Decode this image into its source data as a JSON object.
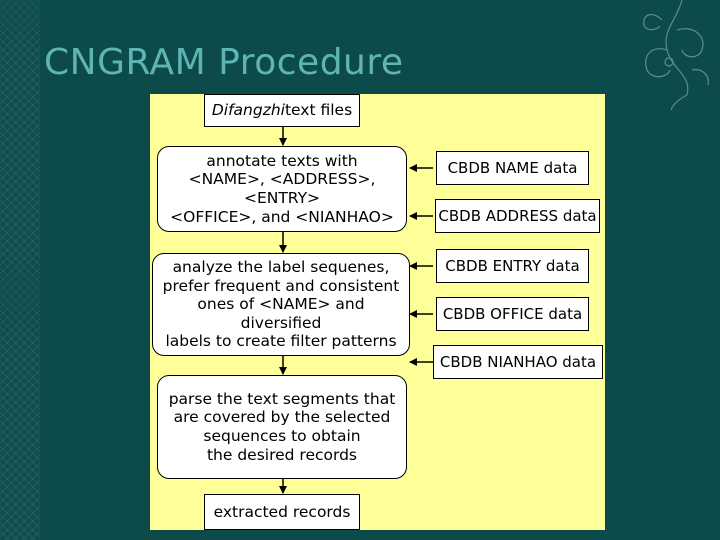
{
  "slide": {
    "title": "CNGRAM Procedure"
  },
  "flowchart": {
    "start_node": {
      "italic": "Difangzhi",
      "rest": " text files"
    },
    "steps": [
      "annotate texts with\n<NAME>, <ADDRESS>, <ENTRY>\n<OFFICE>, and <NIANHAO>",
      "analyze the label sequenes,\nprefer frequent and consistent\nones of <NAME> and diversified\nlabels to create filter patterns",
      "parse the text segments that\nare covered by the selected\nsequences to obtain\nthe desired records"
    ],
    "end_node": "extracted records",
    "data_sources": [
      "CBDB NAME data",
      "CBDB ADDRESS data",
      "CBDB ENTRY data",
      "CBDB OFFICE data",
      "CBDB NIANHAO data"
    ]
  },
  "colors": {
    "background": "#0d4a4a",
    "title": "#5fb4b4",
    "panel": "#ffff99",
    "node_fill": "#ffffff",
    "node_stroke": "#000000"
  }
}
